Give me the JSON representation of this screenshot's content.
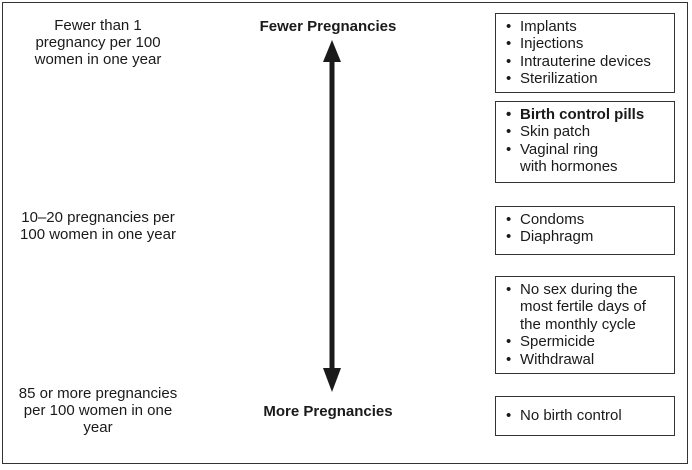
{
  "rates": [
    {
      "id": "rate-low",
      "text": "Fewer than 1\npregnancy per\n100 women\nin one year"
    },
    {
      "id": "rate-mid",
      "text": "10–20 pregnancies\nper 100 women\nin one year"
    },
    {
      "id": "rate-high",
      "text": "85 or more\npregnancies per\n100 women in\none year"
    }
  ],
  "axis": {
    "top_label": "Fewer Pregnancies",
    "bottom_label": "More Pregnancies"
  },
  "groups": [
    {
      "items": [
        {
          "text": "Implants"
        },
        {
          "text": "Injections"
        },
        {
          "text": "Intrauterine devices"
        },
        {
          "text": "Sterilization"
        }
      ]
    },
    {
      "items": [
        {
          "text": "Birth control pills",
          "bold": true
        },
        {
          "text": "Skin patch"
        },
        {
          "text": "Vaginal ring\nwith hormones"
        }
      ]
    },
    {
      "items": [
        {
          "text": "Condoms"
        },
        {
          "text": "Diaphragm"
        }
      ]
    },
    {
      "items": [
        {
          "text": "No sex during the\nmost fertile days of\nthe monthly cycle"
        },
        {
          "text": "Spermicide"
        },
        {
          "text": "Withdrawal"
        }
      ]
    },
    {
      "items": [
        {
          "text": "No birth control"
        }
      ]
    }
  ],
  "colors": {
    "arrow": "#1a1a1a",
    "border": "#333333"
  }
}
